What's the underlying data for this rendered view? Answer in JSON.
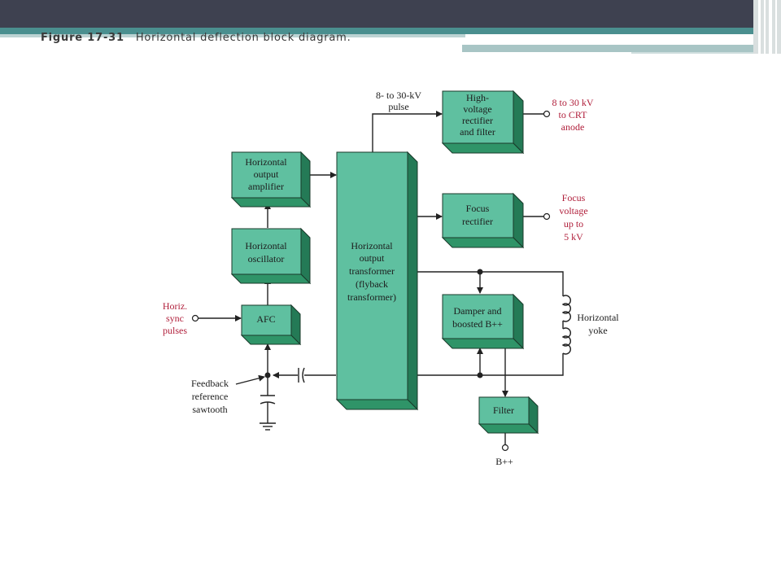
{
  "header": {
    "figure_number": "Figure 17-31",
    "figure_title": "Horizontal deflection block diagram."
  },
  "diagram": {
    "blocks": {
      "hv_rectifier": [
        "High-",
        "voltage",
        "rectifier",
        "and filter"
      ],
      "h_output_amp": [
        "Horizontal",
        "output",
        "amplifier"
      ],
      "flyback": [
        "Horizontal",
        "output",
        "transformer",
        "(flyback",
        "transformer)"
      ],
      "focus_rectifier": [
        "Focus",
        "rectifier"
      ],
      "h_oscillator": [
        "Horizontal",
        "oscillator"
      ],
      "afc": [
        "AFC"
      ],
      "damper": [
        "Damper and",
        "boosted B++"
      ],
      "filter": [
        "Filter"
      ]
    },
    "labels": {
      "pulse": [
        "8- to 30-kV",
        "pulse"
      ],
      "crt_anode": [
        "8 to 30 kV",
        "to CRT",
        "anode"
      ],
      "focus_voltage": [
        "Focus",
        "voltage",
        "up to",
        "5 kV"
      ],
      "sync": [
        "Horiz.",
        "sync",
        "pulses"
      ],
      "yoke": [
        "Horizontal",
        "yoke"
      ],
      "feedback": [
        "Feedback",
        "reference",
        "sawtooth"
      ],
      "bpp": "B++"
    },
    "colors": {
      "block_face": "#5fc0a0",
      "block_shadow": "#247a56",
      "external_label": "#b01e3a"
    }
  }
}
